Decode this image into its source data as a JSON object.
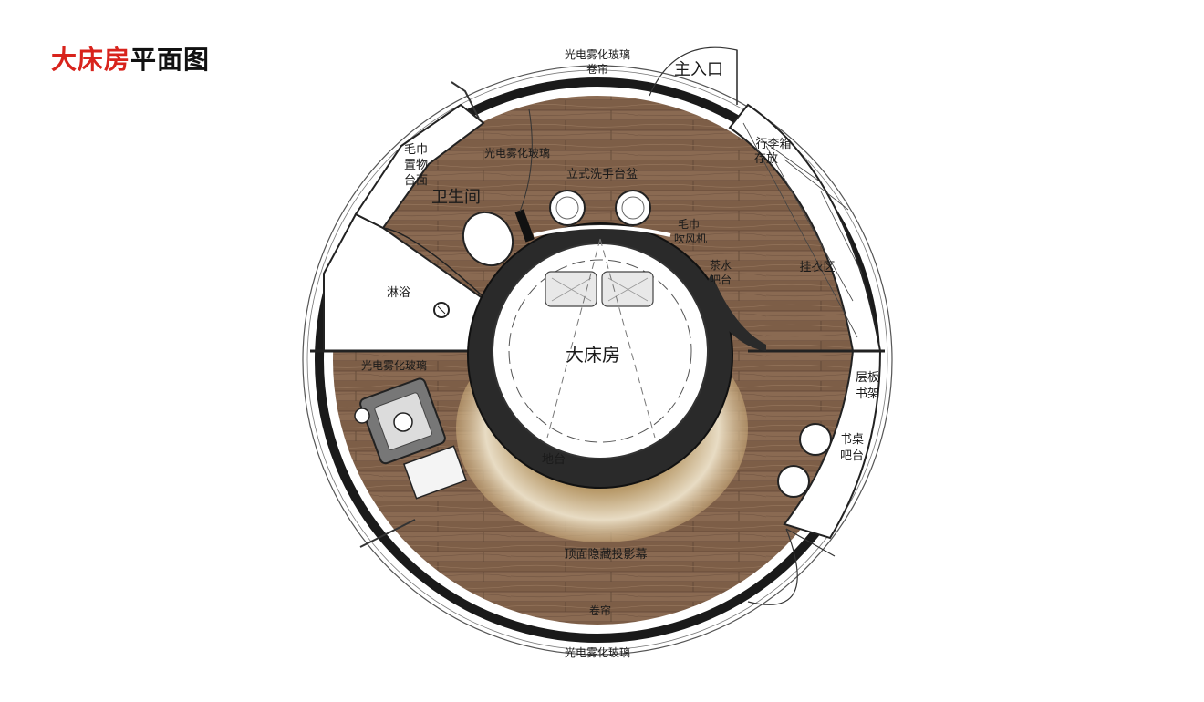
{
  "title": {
    "part1": "大床房",
    "part2": "平面图"
  },
  "labels": {
    "top_glass": "光电雾化玻璃",
    "top_curtain": "卷帘",
    "main_entrance": "主入口",
    "towel_shelf_1": "毛巾",
    "towel_shelf_2": "置物",
    "towel_shelf_3": "台面",
    "bath_glass": "光电雾化玻璃",
    "bathroom": "卫生间",
    "washbasin": "立式洗手台盆",
    "hairdryer_1": "毛巾",
    "hairdryer_2": "吹风机",
    "luggage_1": "行李箱",
    "luggage_2": "存放",
    "tea_bar_1": "茶水",
    "tea_bar_2": "吧台",
    "wardrobe": "挂衣区",
    "shower": "淋浴",
    "lower_glass": "光电雾化玻璃",
    "bedroom": "大床房",
    "bookshelf_1": "层板",
    "bookshelf_2": "书架",
    "desk_bar_1": "书桌",
    "desk_bar_2": "吧台",
    "platform": "地台",
    "projection": "顶面隐藏投影幕",
    "bottom_curtain": "卷帘",
    "bottom_glass": "光电雾化玻璃"
  }
}
